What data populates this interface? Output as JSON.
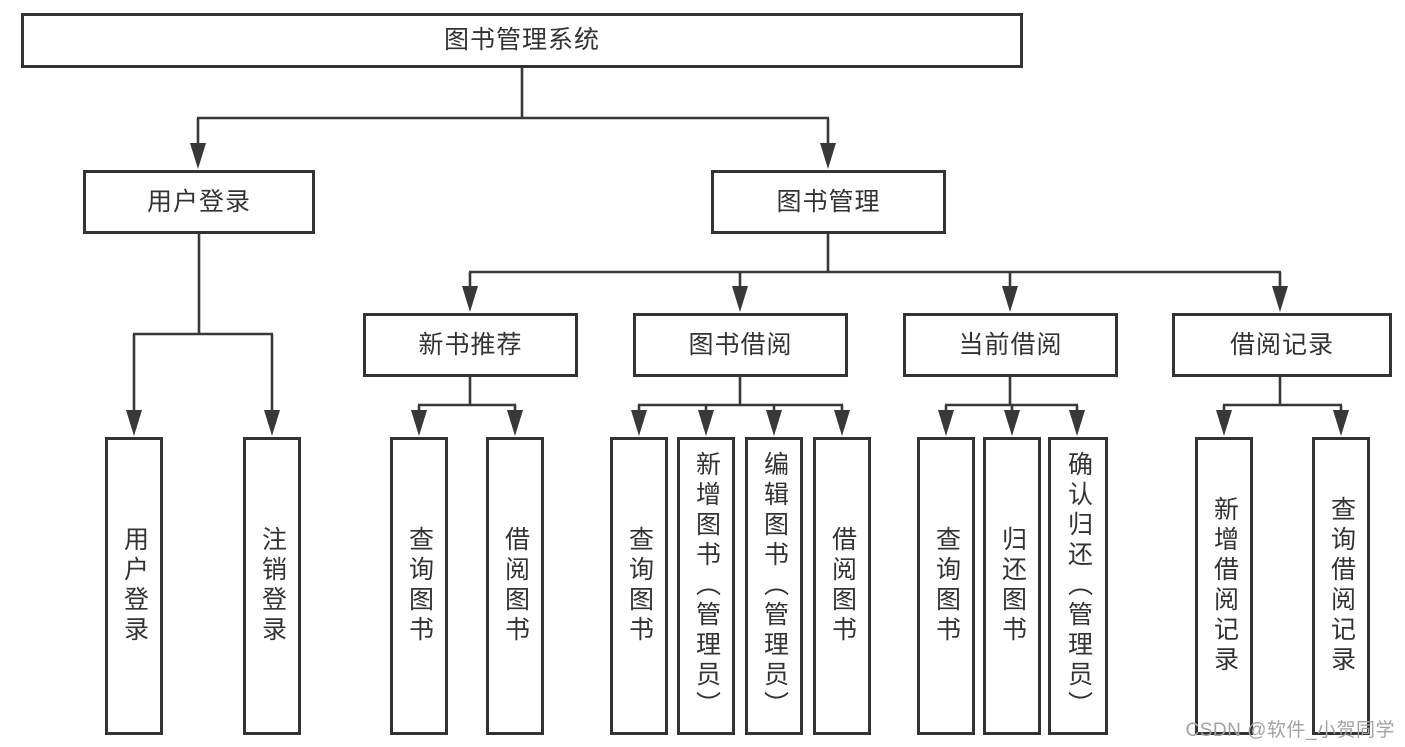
{
  "diagram": {
    "root": {
      "id": "library-management-system",
      "label": "图书管理系统"
    },
    "level2": [
      {
        "id": "user-login",
        "label": "用户登录",
        "parent": "library-management-system"
      },
      {
        "id": "book-management",
        "label": "图书管理",
        "parent": "library-management-system"
      }
    ],
    "level3": [
      {
        "id": "new-book-recommend",
        "label": "新书推荐",
        "parent": "book-management"
      },
      {
        "id": "book-borrow",
        "label": "图书借阅",
        "parent": "book-management"
      },
      {
        "id": "current-borrow",
        "label": "当前借阅",
        "parent": "book-management"
      },
      {
        "id": "borrow-records",
        "label": "借阅记录",
        "parent": "book-management"
      }
    ],
    "leaves": [
      {
        "id": "leaf-user-login",
        "label": "用户登录",
        "parent": "user-login"
      },
      {
        "id": "leaf-logout",
        "label": "注销登录",
        "parent": "user-login"
      },
      {
        "id": "leaf-recommend-query-books",
        "label": "查询图书",
        "parent": "new-book-recommend"
      },
      {
        "id": "leaf-recommend-borrow-books",
        "label": "借阅图书",
        "parent": "new-book-recommend"
      },
      {
        "id": "leaf-borrow-query-books",
        "label": "查询图书",
        "parent": "book-borrow"
      },
      {
        "id": "leaf-borrow-add-books",
        "label": "新增图书（管理员）",
        "parent": "book-borrow"
      },
      {
        "id": "leaf-borrow-edit-books",
        "label": "编辑图书（管理员）",
        "parent": "book-borrow"
      },
      {
        "id": "leaf-borrow-borrow-books",
        "label": "借阅图书",
        "parent": "book-borrow"
      },
      {
        "id": "leaf-current-query-books",
        "label": "查询图书",
        "parent": "current-borrow"
      },
      {
        "id": "leaf-current-return-books",
        "label": "归还图书",
        "parent": "current-borrow"
      },
      {
        "id": "leaf-current-confirm-return",
        "label": "确认归还（管理员）",
        "parent": "current-borrow"
      },
      {
        "id": "leaf-records-add-record",
        "label": "新增借阅记录",
        "parent": "borrow-records"
      },
      {
        "id": "leaf-records-query-record",
        "label": "查询借阅记录",
        "parent": "borrow-records"
      }
    ]
  },
  "watermark": {
    "text": "CSDN @软件_小贺同学"
  },
  "colors": {
    "line": "#383838",
    "border": "#333333",
    "text": "#333333",
    "watermark": "#a3a3a3",
    "background": "#ffffff"
  }
}
